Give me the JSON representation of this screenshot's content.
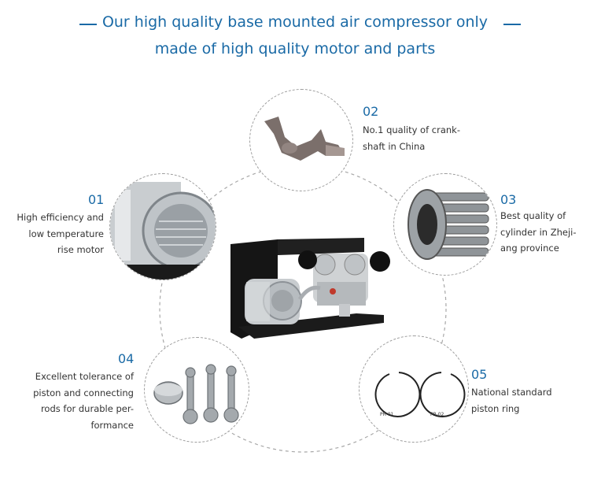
{
  "heading": {
    "line1": "Our high quality base mounted air compressor only",
    "line2": "made of high quality motor and parts"
  },
  "features": [
    {
      "num": "01",
      "text": "High efficiency and\nlow temperature\nrise motor"
    },
    {
      "num": "02",
      "text": "No.1 quality of crank-\nshaft in China"
    },
    {
      "num": "03",
      "text": "Best quality of\ncylinder in Zheji-\nang province"
    },
    {
      "num": "04",
      "text": "Excellent tolerance of\npiston and connecting\nrods for durable per-\nformance"
    },
    {
      "num": "05",
      "text": "National standard\npiston ring"
    }
  ],
  "rings": [
    "PR-01",
    "PR-02"
  ],
  "colors": {
    "accent": "#1a6aa6",
    "dashed": "#9c9c9c",
    "text": "#333333"
  }
}
